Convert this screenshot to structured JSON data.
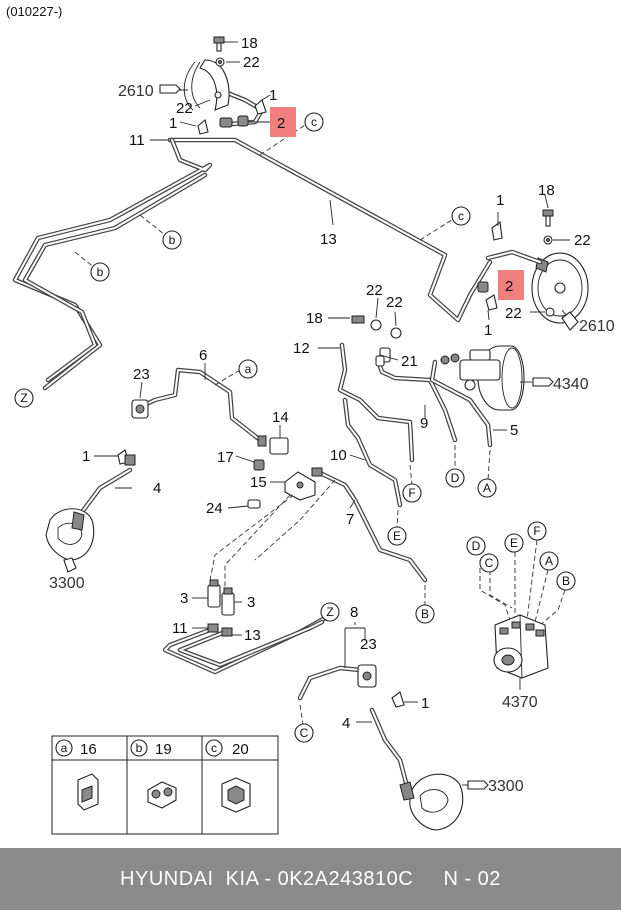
{
  "diagram_code": "(010227-)",
  "footer": {
    "text": "HYUNDAI  KIA - 0K2A243810C     N - 02"
  },
  "colors": {
    "highlight": "#f08080",
    "footer_bg": "#8a8a8a"
  },
  "labels": {
    "p18a": "18",
    "p22a": "22",
    "p2610a": "2610",
    "p22b": "22",
    "p1a": "1",
    "p2a": "2",
    "p1b": "1",
    "p11a": "11",
    "pc1": "c",
    "p13a": "13",
    "pb1": "b",
    "pb2": "b",
    "pza": "Z",
    "pc2": "c",
    "p1c": "1",
    "p18b": "18",
    "p22c": "22",
    "p2b": "2",
    "p1d": "1",
    "p22d": "22",
    "p2610b": "2610",
    "p22e": "22",
    "p22f": "22",
    "p18c": "18",
    "p21": "21",
    "p12": "12",
    "p6": "6",
    "pa1": "a",
    "p4340": "4340",
    "p9": "9",
    "p5": "5",
    "p23a": "23",
    "p14": "14",
    "p10": "10",
    "p1e": "1",
    "p17": "17",
    "p4a": "4",
    "p15": "15",
    "p24": "24",
    "p7": "7",
    "pD1": "D",
    "pA1": "A",
    "pF1": "F",
    "pE1": "E",
    "pB1": "B",
    "p3300a": "3300",
    "pD2": "D",
    "pC2": "C",
    "pE2": "E",
    "pF2": "F",
    "pA2": "A",
    "pB2": "B",
    "p3a": "3",
    "p3b": "3",
    "p11b": "11",
    "p13b": "13",
    "pzb": "Z",
    "p8": "8",
    "p23b": "23",
    "p4370": "4370",
    "pC3": "C",
    "p1f": "1",
    "p4b": "4",
    "p3300b": "3300"
  },
  "legend": [
    {
      "key": "a",
      "number": "16"
    },
    {
      "key": "b",
      "number": "19"
    },
    {
      "key": "c",
      "number": "20"
    }
  ]
}
